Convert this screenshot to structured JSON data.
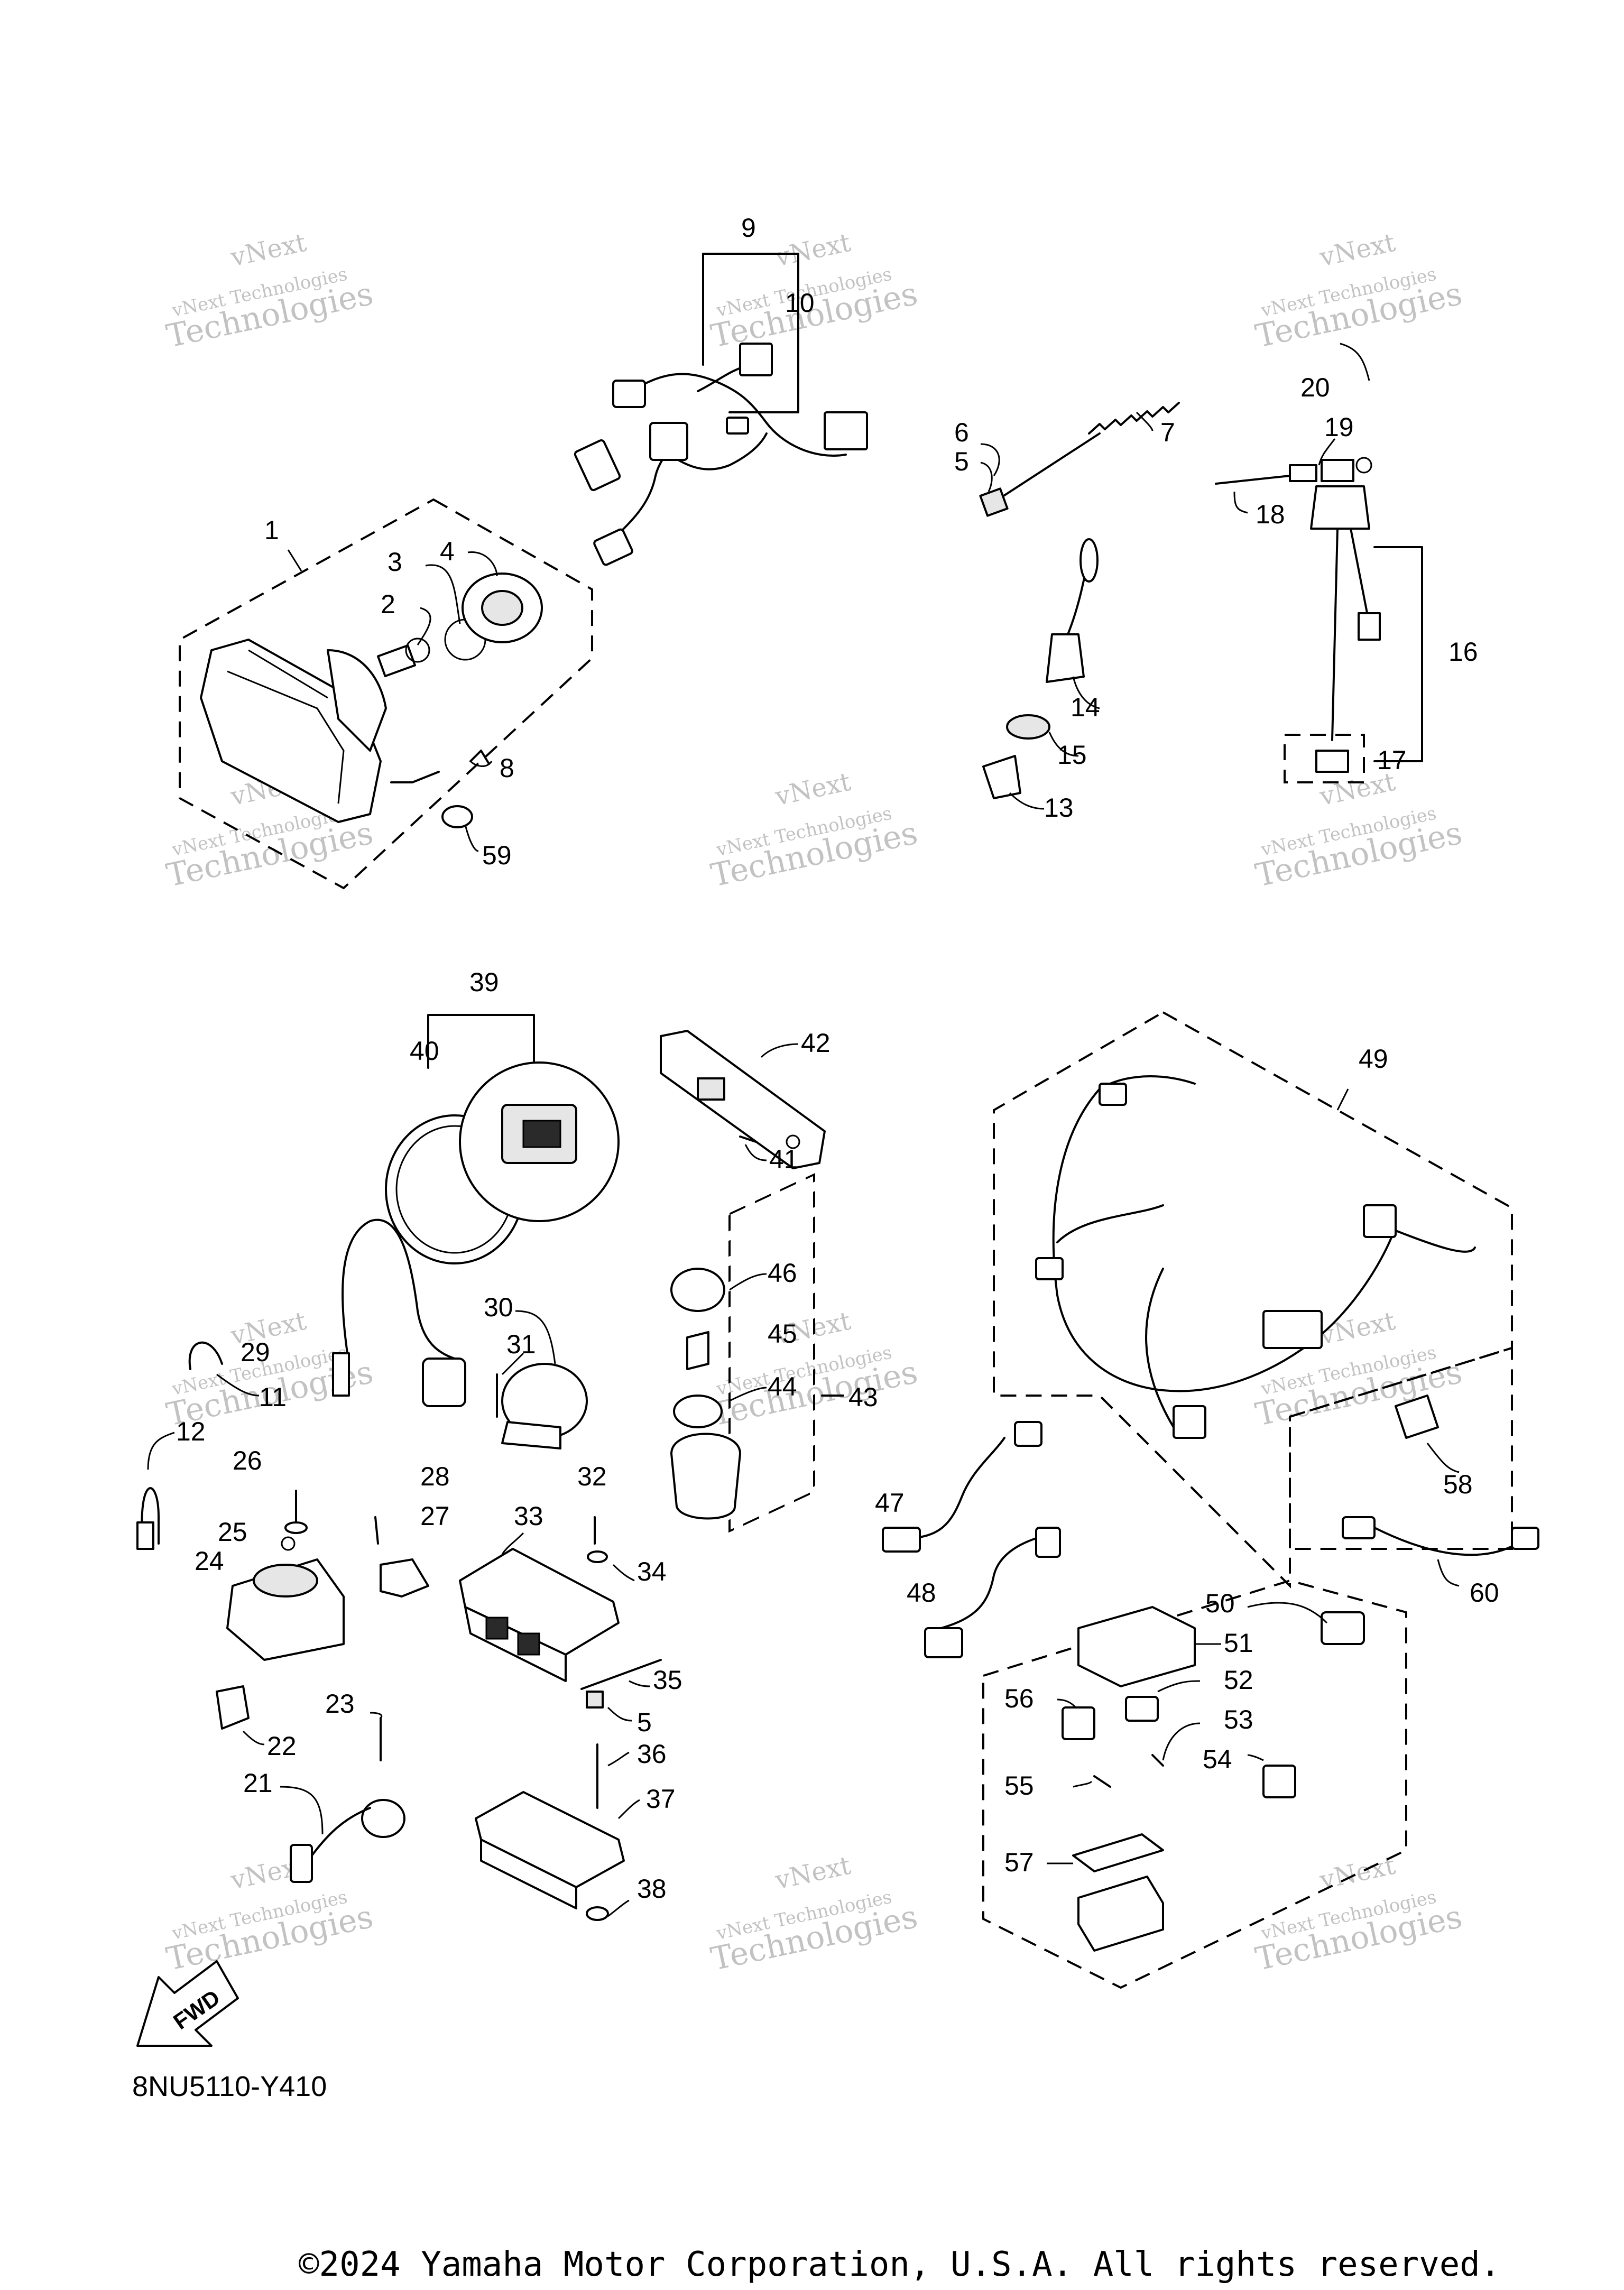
{
  "watermark": {
    "line1": "vNext",
    "line2": "vNext Technologies",
    "line3": "Technologies"
  },
  "diagram_code": "8NU5110-Y410",
  "copyright": "©2024 Yamaha Motor Corporation, U.S.A. All rights reserved.",
  "fwd_label": "FWD",
  "callouts": {
    "p1": "1",
    "p2": "2",
    "p3": "3",
    "p4": "4",
    "p5a": "5",
    "p5b": "5",
    "p6": "6",
    "p7": "7",
    "p8": "8",
    "p9": "9",
    "p10": "10",
    "p11": "11",
    "p12": "12",
    "p13": "13",
    "p14": "14",
    "p15": "15",
    "p16": "16",
    "p17": "17",
    "p18": "18",
    "p19": "19",
    "p20": "20",
    "p21": "21",
    "p22": "22",
    "p23": "23",
    "p24": "24",
    "p25": "25",
    "p26": "26",
    "p27": "27",
    "p28": "28",
    "p29": "29",
    "p30": "30",
    "p31": "31",
    "p32": "32",
    "p33": "33",
    "p34": "34",
    "p35": "35",
    "p36": "36",
    "p37": "37",
    "p38": "38",
    "p39": "39",
    "p40": "40",
    "p41": "41",
    "p42": "42",
    "p43": "43",
    "p44": "44",
    "p45": "45",
    "p46": "46",
    "p47": "47",
    "p48": "48",
    "p49": "49",
    "p50": "50",
    "p51": "51",
    "p52": "52",
    "p53": "53",
    "p54": "54",
    "p55": "55",
    "p56": "56",
    "p57": "57",
    "p58": "58",
    "p59": "59",
    "p60": "60"
  }
}
